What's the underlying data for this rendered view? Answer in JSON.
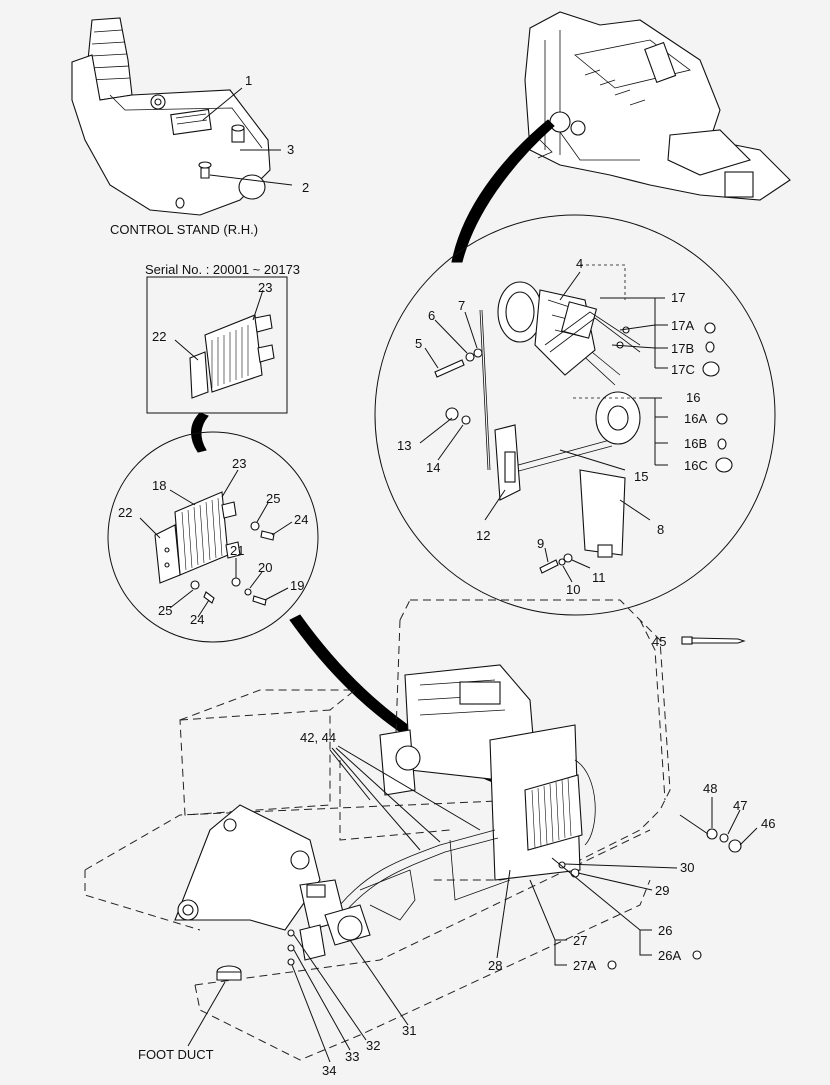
{
  "captions": {
    "control_stand": "CONTROL STAND (R.H.)",
    "serial_no": "Serial No. : 20001 ~ 20173",
    "foot_duct": "FOOT DUCT"
  },
  "labels": {
    "p1": "1",
    "p2": "2",
    "p3": "3",
    "p4": "4",
    "p5": "5",
    "p6": "6",
    "p7": "7",
    "p8": "8",
    "p9": "9",
    "p10": "10",
    "p11": "11",
    "p12": "12",
    "p13": "13",
    "p14": "14",
    "p15": "15",
    "p16": "16",
    "p16A": "16A",
    "p16B": "16B",
    "p16C": "16C",
    "p17": "17",
    "p17A": "17A",
    "p17B": "17B",
    "p17C": "17C",
    "p18": "18",
    "p19": "19",
    "p20": "20",
    "p21": "21",
    "p22a": "22",
    "p22b": "22",
    "p23a": "23",
    "p23b": "23",
    "p24a": "24",
    "p24b": "24",
    "p25a": "25",
    "p25b": "25",
    "p26": "26",
    "p26A": "26A",
    "p27": "27",
    "p27A": "27A",
    "p28": "28",
    "p29": "29",
    "p30": "30",
    "p31": "31",
    "p32": "32",
    "p33": "33",
    "p34": "34",
    "p42": "42, 44",
    "p45": "45",
    "p46": "46",
    "p47": "47",
    "p48": "48"
  }
}
